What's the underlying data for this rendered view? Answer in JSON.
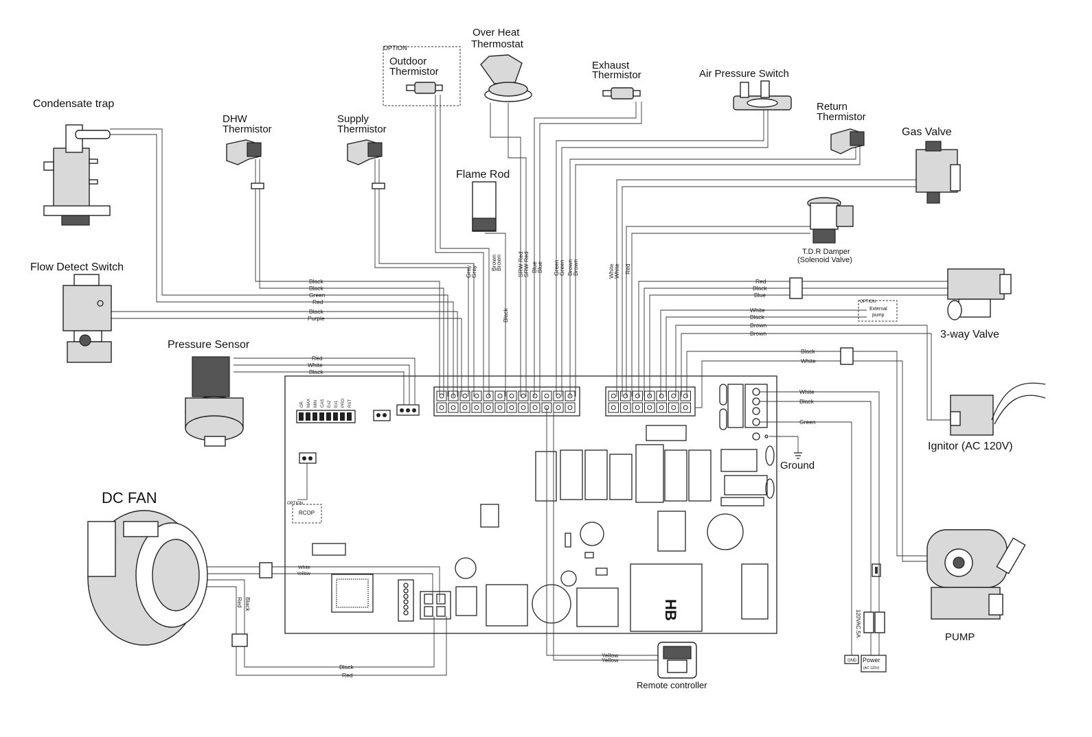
{
  "components": {
    "condensate_trap": "Condensate trap",
    "dhw_thermistor": [
      "DHW",
      "Thermistor"
    ],
    "supply_thermistor": [
      "Supply",
      "Thermistor"
    ],
    "outdoor_thermistor": [
      "Outdoor",
      "Thermistor"
    ],
    "option_label": "OPTION",
    "over_heat_thermostat": [
      "Over Heat",
      "Thermostat"
    ],
    "flame_rod": "Flame Rod",
    "exhaust_thermistor": [
      "Exhaust",
      "Thermistor"
    ],
    "air_pressure_switch": "Air Pressure Switch",
    "return_thermistor": [
      "Return",
      "Thermistor"
    ],
    "gas_valve": "Gas Valve",
    "tdr_damper": [
      "T.D.R Damper",
      "(Solenoid Valve)"
    ],
    "three_way_valve": "3-way Valve",
    "external_pump": [
      "External",
      "pump"
    ],
    "flow_detect_switch": "Flow Detect Switch",
    "pressure_sensor": "Pressure Sensor",
    "ignitor": "Ignitor (AC 120V)",
    "ground": "Ground",
    "dc_fan": "DC FAN",
    "pump": "PUMP",
    "remote_controller": "Remote controller",
    "rcop": "RCOP",
    "hb": "HB",
    "gnd": "GND",
    "power": "Power",
    "power_rating": "(AC 120V)",
    "fuse_rating": "120VAC.5A"
  },
  "dip_labels": [
    "OR",
    "MAX",
    "MIN",
    "CAS",
    "Ex2",
    "Ex1",
    "PRO",
    "RST"
  ],
  "wire_labels": {
    "left_bundle": [
      "Black",
      "Black",
      "Green",
      "Red",
      "Black",
      "Purple"
    ],
    "pressure_sensor": [
      "Red",
      "White",
      "Black"
    ],
    "supply_vertical": [
      "Gray",
      "Gray"
    ],
    "outdoor_vertical": [
      "Brown",
      "Brown"
    ],
    "flame_vertical": "Black",
    "overheat_vertical": [
      "SRW Red",
      "SRW Red"
    ],
    "exhaust_vertical": [
      "Blue",
      "Blue"
    ],
    "airpress_vertical": [
      "Green",
      "Green"
    ],
    "return_vertical": [
      "Brown",
      "Brown"
    ],
    "gasvalve_vertical": [
      "White",
      "White",
      "Red"
    ],
    "three_way": [
      "Red",
      "Black",
      "Blue"
    ],
    "ext_pump": [
      "White",
      "Black"
    ],
    "ignitor": [
      "Brown",
      "Brown"
    ],
    "pump": [
      "Black",
      "White"
    ],
    "power_right": [
      "White",
      "Black",
      "Green"
    ],
    "fan_signal": [
      "White",
      "Yellow"
    ],
    "fan_power_vertical": [
      "Black",
      "Red"
    ],
    "fan_power_bottom": [
      "Black",
      "Red"
    ],
    "remote": [
      "Yellow",
      "Yellow"
    ]
  },
  "colors": {
    "line": "#333333",
    "component_fill": "#d9d9d9"
  }
}
